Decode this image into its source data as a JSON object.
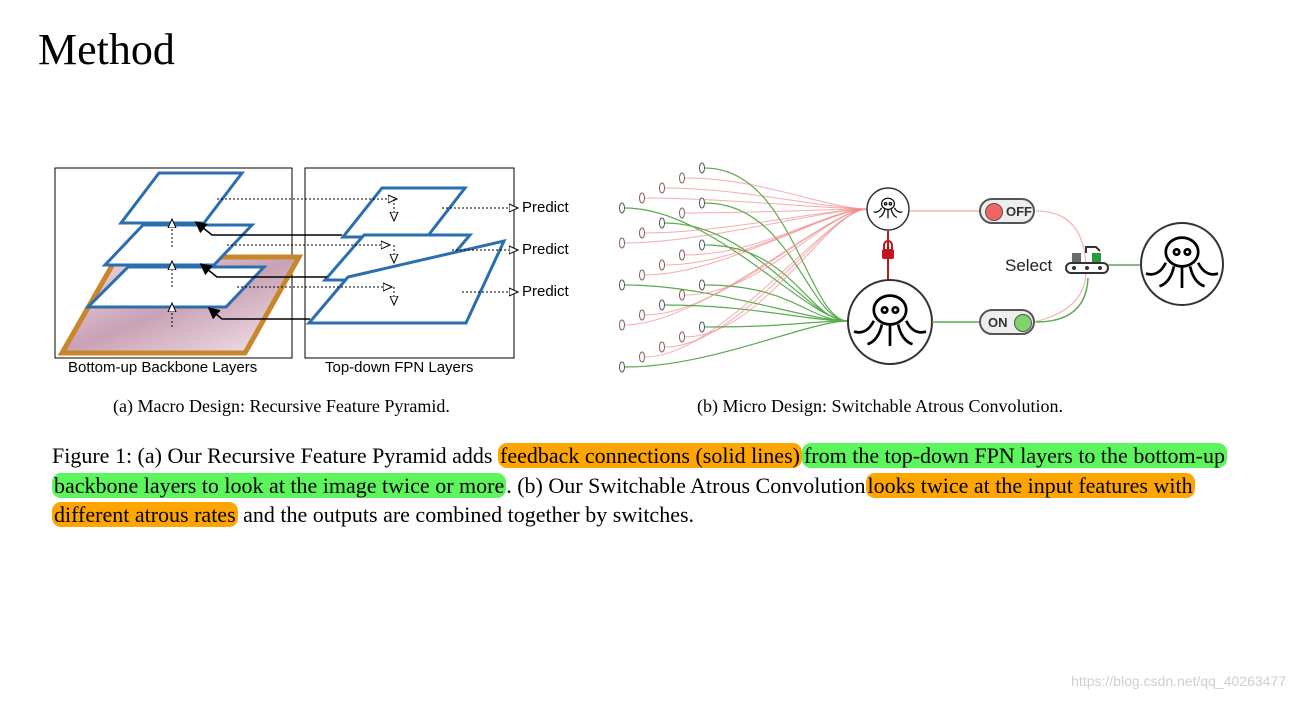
{
  "page": {
    "title": "Method"
  },
  "figure_a": {
    "left_box_label": "Bottom-up Backbone Layers",
    "right_box_label": "Top-down FPN Layers",
    "predict_labels": [
      "Predict",
      "Predict",
      "Predict"
    ],
    "caption": "(a) Macro Design: Recursive Feature Pyramid."
  },
  "figure_b": {
    "off_label": "OFF",
    "on_label": "ON",
    "select_label": "Select",
    "caption": "(b) Micro Design: Switchable Atrous Convolution.",
    "colors": {
      "low_rate": "#f08a8a",
      "high_rate": "#5aaa50",
      "lock": "#c0181c",
      "off_knob": "#f06464",
      "on_knob": "#7fd36a"
    }
  },
  "caption": {
    "p1": "Figure 1: (a) Our Recursive Feature Pyramid adds",
    "h1": "feedback connections (solid lines)",
    "h2": "from the top-down FPN layers to the bottom-up backbone layers to look at the image twice or more",
    "p2": ". (b) Our Switchable Atrous Convolution",
    "h3": "looks twice at the input features with different atrous rates",
    "p3": "and the outputs are combined together by switches."
  },
  "highlight_colors": {
    "orange": "#ffa500",
    "green": "#5cf55c"
  },
  "watermark": "https://blog.csdn.net/qq_40263477"
}
